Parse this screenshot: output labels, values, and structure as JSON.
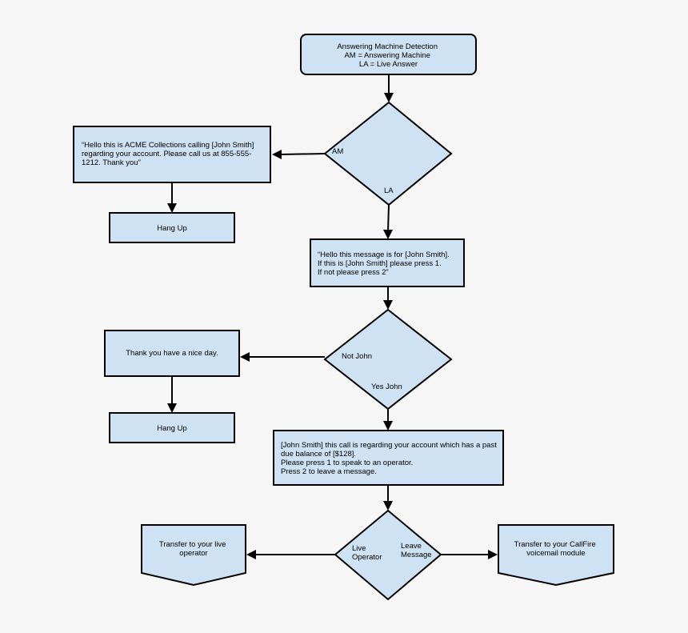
{
  "nodes": {
    "amd": {
      "lines": [
        "Answering Machine Detection",
        "AM = Answering Machine",
        "LA = Live Answer"
      ]
    },
    "am_message": {
      "lines": [
        "“Hello this is ACME Collections calling [John Smith]",
        "regarding your account. Please call us at 855-555-",
        "1212. Thank you”"
      ]
    },
    "hang_up_1": {
      "lines": [
        "Hang Up"
      ]
    },
    "la_message": {
      "lines": [
        "“Hello this message is for [John Smith].",
        "If this is [John Smith] please press 1.",
        "If not please press 2”"
      ]
    },
    "thank_you": {
      "lines": [
        "Thank you have a nice day."
      ]
    },
    "hang_up_2": {
      "lines": [
        "Hang Up"
      ]
    },
    "balance_message": {
      "lines": [
        "[John Smith] this call is regarding your account which has a past",
        "due balance of [$128].",
        "Please press 1 to speak to an operator.",
        "Press 2 to leave a message."
      ]
    },
    "transfer_live": {
      "lines": [
        "Transfer to your live",
        "operator"
      ]
    },
    "transfer_voicemail": {
      "lines": [
        "Transfer to your CallFire",
        "voicemail module"
      ]
    }
  },
  "decisions": {
    "amd_decision": {
      "labels": {
        "left": [
          "AM"
        ],
        "bottom": [
          "LA"
        ]
      }
    },
    "john_decision": {
      "labels": {
        "left": [
          "Not John"
        ],
        "bottom": [
          "Yes John"
        ]
      }
    },
    "option_decision": {
      "labels": {
        "left": [
          "Live",
          "Operator"
        ],
        "right": [
          "Leave",
          "Message"
        ]
      }
    }
  },
  "colors": {
    "node_fill": "#cfe2f3",
    "stroke": "#000000",
    "background": "#f6f6f6"
  }
}
